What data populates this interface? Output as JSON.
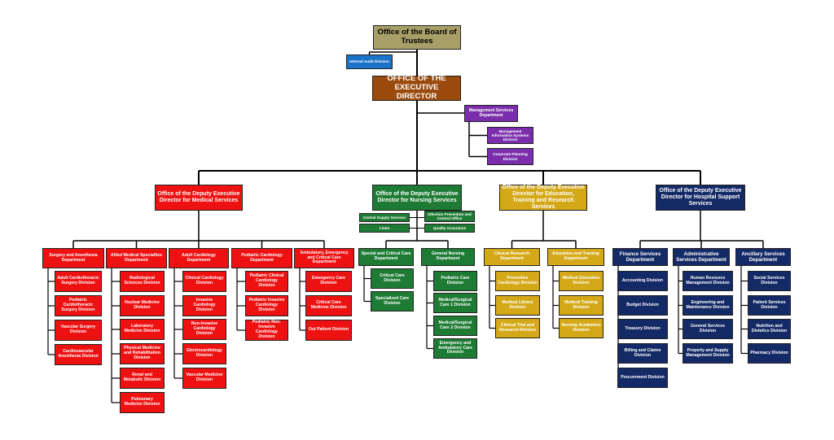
{
  "colors": {
    "board": "#a89f68",
    "exec": "#9a4a0c",
    "audit": "#1a73c8",
    "mgmt": "#7a2eab",
    "medical": "#ee1111",
    "nursing": "#1e7b34",
    "education": "#d4a817",
    "support": "#142a66",
    "line": "#000000"
  },
  "board": {
    "title": "Office of the Board of Trustees"
  },
  "internal_audit": {
    "label": "Internal Audit Division"
  },
  "executive": {
    "title": "OFFICE OF THE EXECUTIVE DIRECTOR"
  },
  "management": {
    "label": "Management Services Department",
    "divisions": [
      "Management Information Systems Division",
      "Corporate Planning Division"
    ]
  },
  "deputies": {
    "medical": "Office of the Deputy Executive Director for Medical Services",
    "nursing": "Office of the Deputy Executive Director for Nursing Services",
    "education": "Office of the Deputy Executive Director for Education, Training and Research Services",
    "support": "Office of the Deputy Executive Director for Hospital Support Services"
  },
  "nursing_staff": {
    "central_supply": "Central Supply Services",
    "linen": "Linen",
    "infection": "Infection Prevention and Control Office",
    "quality": "Quality Assurance"
  },
  "medical_departments": [
    {
      "name": "Surgery and Anesthesia Department",
      "divisions": [
        "Adult Cardiothoracic Surgery Division",
        "Pediatric Cardiothoracic Surgery Division",
        "Vascular Surgery Division",
        "Cardiovascular Anesthesia Division"
      ]
    },
    {
      "name": "Allied Medical Specialties Department",
      "divisions": [
        "Radiological Sciences Division",
        "Nuclear Medicine Division",
        "Laboratory Medicine Division",
        "Physical Medicine and Rehabilitation Division",
        "Renal and Metabolic Division",
        "Pulmonary Medicine Division"
      ]
    },
    {
      "name": "Adult Cardiology Department",
      "divisions": [
        "Clinical Cardiology Division",
        "Invasive Cardiology Division",
        "Non-Invasive Cardiology Division",
        "Electrocardiology Division",
        "Vascular Medicine Division"
      ]
    },
    {
      "name": "Pediatric Cardiology Department",
      "divisions": [
        "Pediatric Clinical Cardiology Division",
        "Pediatric Invasive Cardiology Division",
        "Pediatric Non-Invasive Cardiology Division"
      ]
    },
    {
      "name": "Ambulatory, Emergency and Critical Care Department",
      "divisions": [
        "Emergency Care Division",
        "Critical Care Medicine Division",
        "Out Patient Division"
      ]
    }
  ],
  "nursing_departments": [
    {
      "name": "Special and Critical Care Department",
      "divisions": [
        "Critical Care Division",
        "Specialized Care Division"
      ]
    },
    {
      "name": "General Nursing Department",
      "divisions": [
        "Pediatric Care Division",
        "Medical/Surgical Care 1 Division",
        "Medical/Surgical Care 2 Division",
        "Emergency and Ambulatory Care Division"
      ]
    }
  ],
  "education_departments": [
    {
      "name": "Clinical Research Department",
      "divisions": [
        "Preventive Cardiology Division",
        "Medical Library Division",
        "Clinical Trial and Research Division"
      ]
    },
    {
      "name": "Education and Training Department",
      "divisions": [
        "Medical Education Division",
        "Medical Training Division",
        "Nursing Academics Division"
      ]
    }
  ],
  "support_departments": [
    {
      "name": "Finance Services Department",
      "divisions": [
        "Accounting Division",
        "Budget Division",
        "Treasury Division",
        "Billing and Claims Division",
        "Procurement Division"
      ]
    },
    {
      "name": "Administrative Services Department",
      "divisions": [
        "Human Resource Management Division",
        "Engineering and Maintenance Division",
        "General Services Division",
        "Property and Supply Management Division"
      ]
    },
    {
      "name": "Ancillary Services Department",
      "divisions": [
        "Social Services Division",
        "Patient Services Division",
        "Nutrition and Dietetics Division",
        "Pharmacy Division"
      ]
    }
  ]
}
